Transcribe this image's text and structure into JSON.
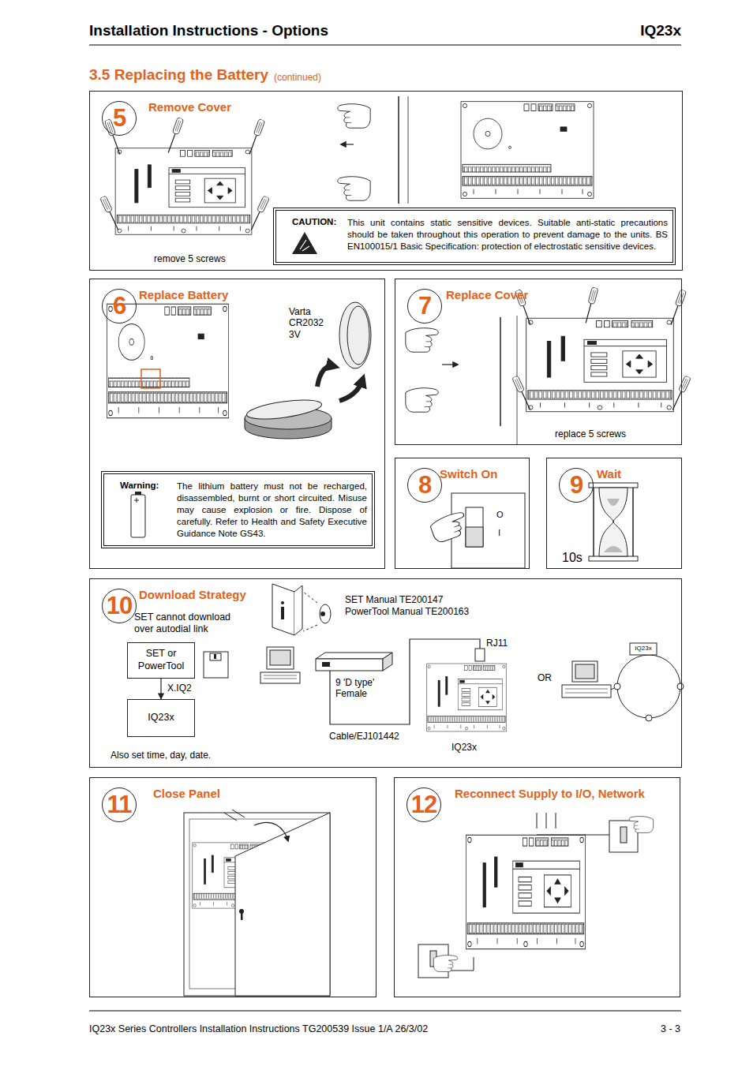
{
  "diagram": {
    "title": "Installation Instructions - Options",
    "nodes": [
      {
        "text": [
          "5",
          "Remove Cover"
        ]
      },
      {
        "text": [
          "CAUTION:",
          "This unit contains static sensitive devices. Suitable anti-static precautions should be taken throughout this operation to prevent damage to the units. BS EN100015/1 Basic Specification: protection of electrostatic sensitive devices."
        ],
        "in": 0
      },
      {
        "text": [
          "6",
          "Replace Battery"
        ]
      },
      {
        "text": [
          "Warning:",
          "The lithium battery must not be recharged, disassembled, burnt or short circuited. Misuse may cause explosion or fire. Dispose of carefully. Refer to Health and Safety Executive Guidance Note GS43."
        ],
        "in": 2
      },
      {
        "text": [
          "7",
          "Replace Cover"
        ]
      },
      {
        "text": [
          "8",
          "Switch On"
        ]
      },
      {
        "text": [
          "9",
          "Wait"
        ]
      },
      {
        "text": [
          "10",
          "Download Strategy"
        ]
      },
      {
        "text": [
          "SET or PowerTool"
        ],
        "in": 7
      },
      {
        "text": [
          "IQ23x"
        ],
        "in": 7
      },
      {
        "text": [
          "11",
          "Close Panel"
        ]
      },
      {
        "text": [
          "12",
          "Reconnect Supply to I/O, Network"
        ]
      }
    ],
    "edges": [
      {
        "from": 8,
        "to": 9,
        "label": "X.IQ2",
        "arrow": "to"
      }
    ],
    "labels": [
      "IQ23x",
      "3.5 Replacing the Battery",
      "(continued)",
      "remove 5 screws",
      "Varta CR2032 3V",
      "replace 5 screws",
      "O",
      "I",
      "10s",
      "SET cannot download over autodial link",
      "SET Manual TE200147",
      "PowerTool Manual TE200163",
      "RJ11",
      "9 'D type' Female",
      "Cable/EJ101442",
      "IQ23x",
      "OR",
      "IQ23x",
      "Also set time, day, date.",
      "IQ23x Series Controllers Installation Instructions TG200539 Issue 1/A 26/3/02",
      "3 - 3"
    ]
  }
}
